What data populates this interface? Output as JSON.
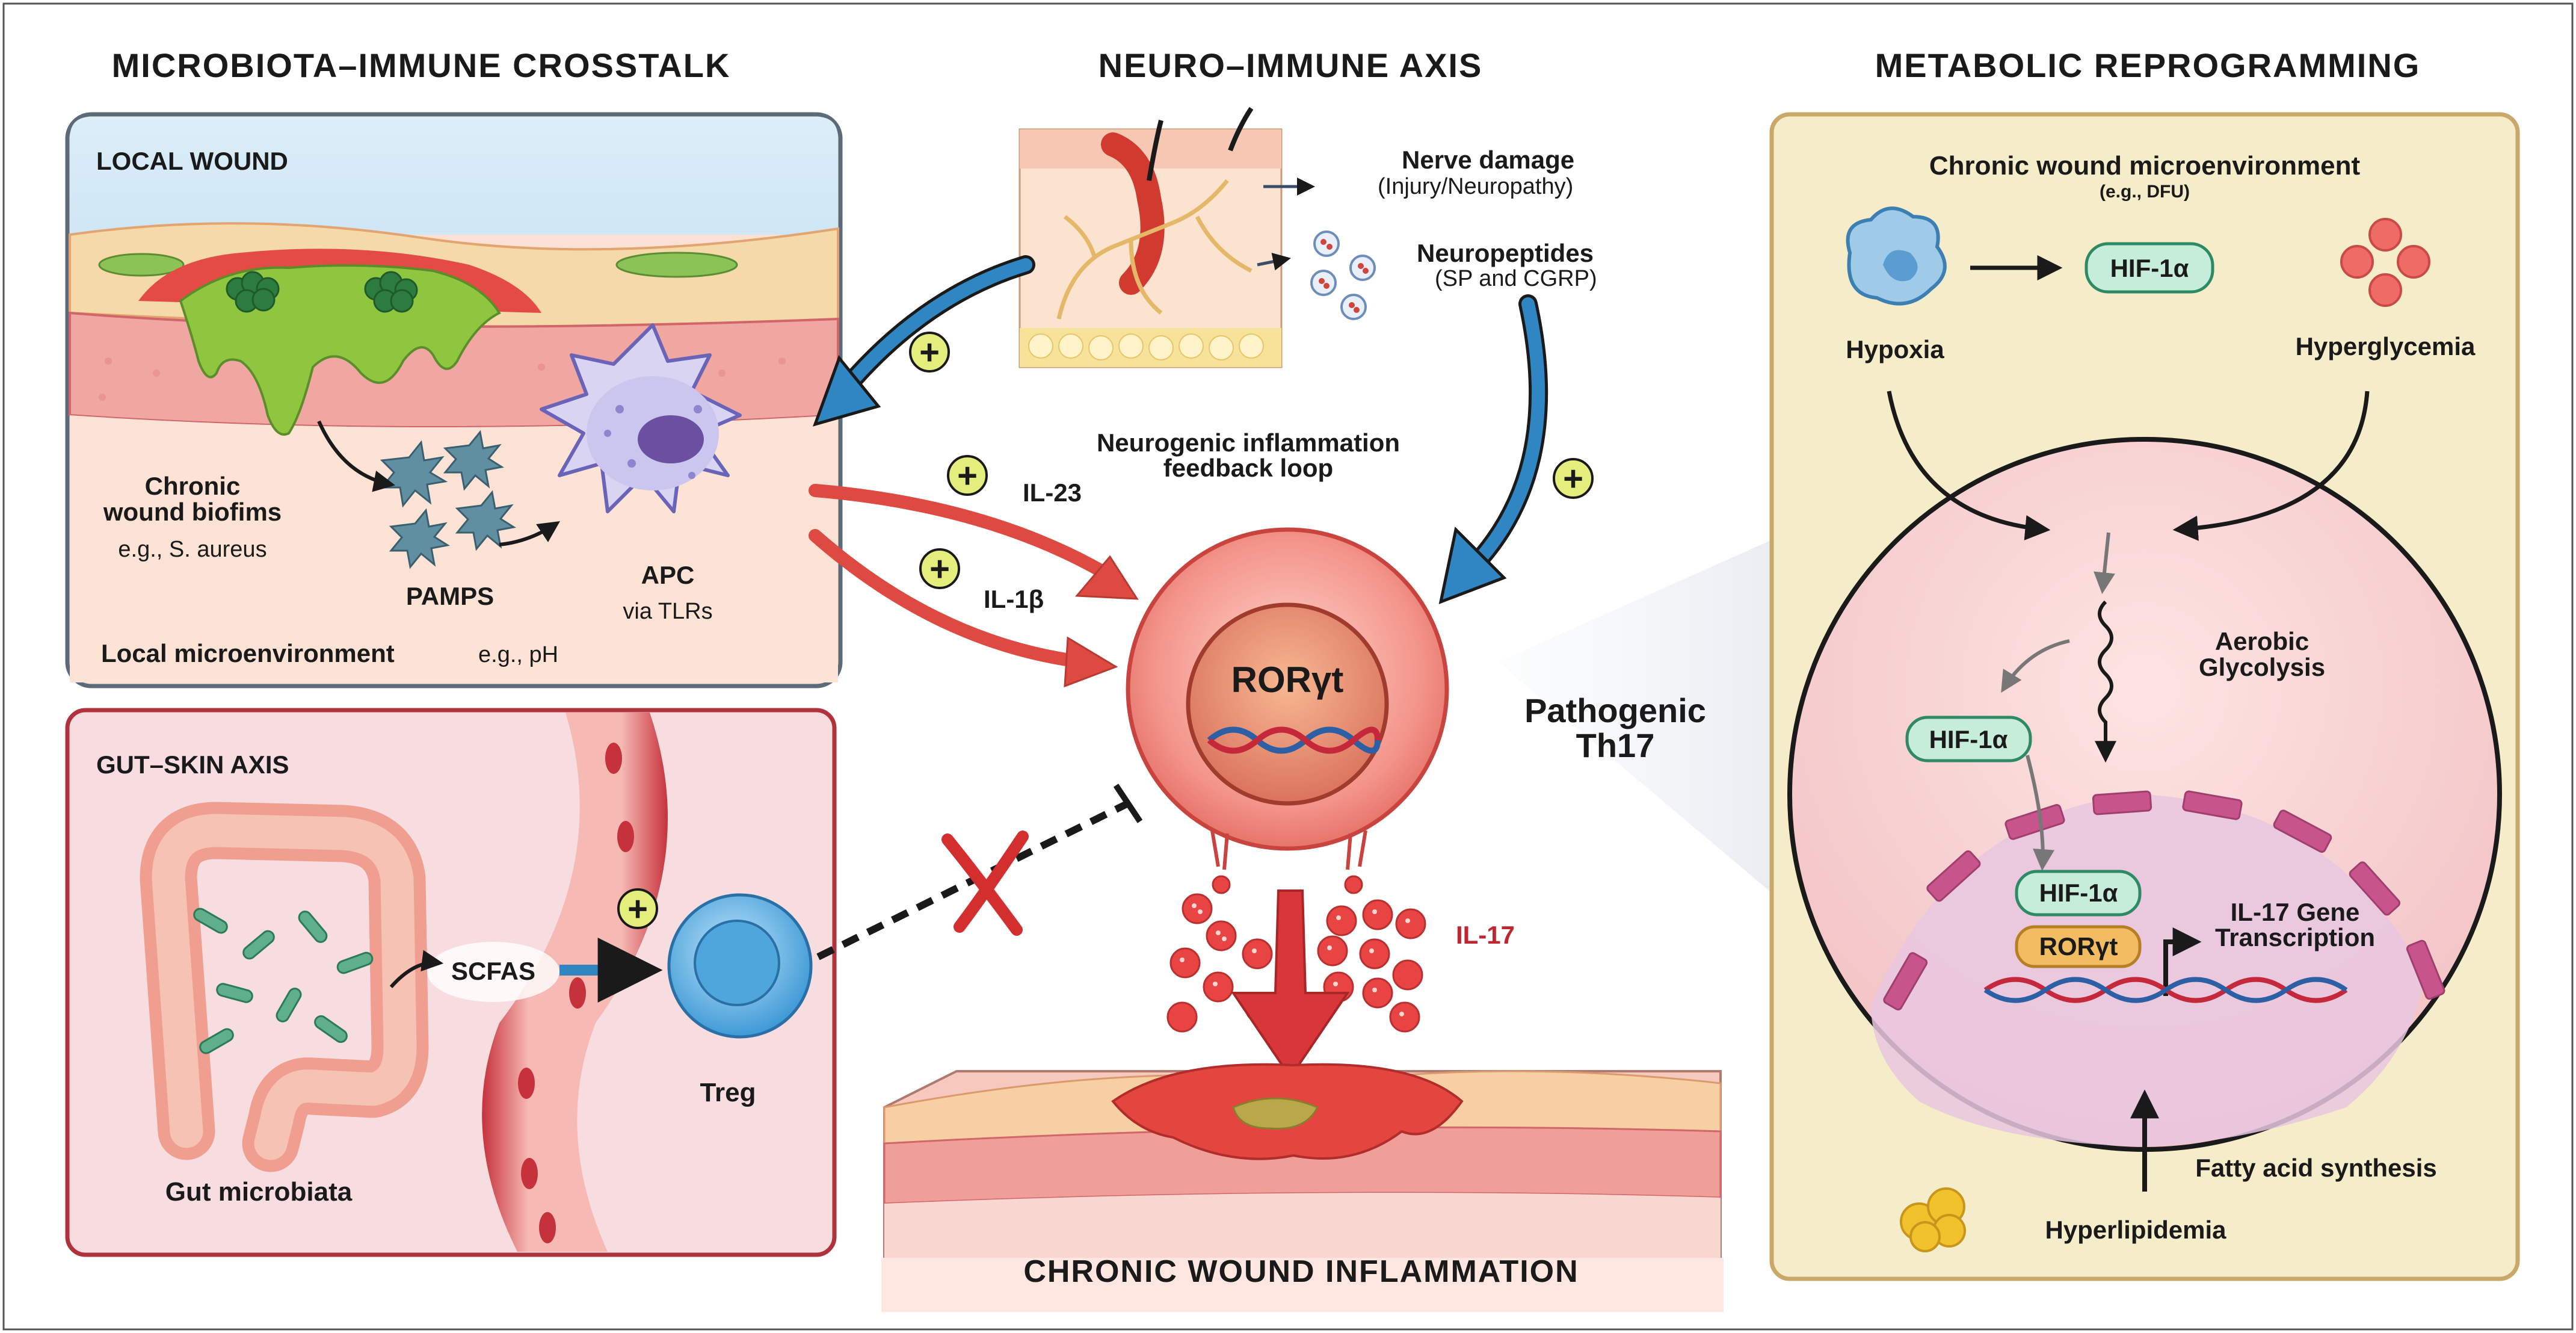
{
  "headers": {
    "left": "MICROBIOTA–IMMUNE CROSSTALK",
    "center": "NEURO–IMMUNE AXIS",
    "right": "METABOLIC REPROGRAMMING"
  },
  "local_wound": {
    "title": "LOCAL WOUND",
    "biofilm_line1": "Chronic",
    "biofilm_line2": "wound biofims",
    "biofilm_example": "e.g., S. aureus",
    "pamps": "PAMPS",
    "apc": "APC",
    "apc_sub": "via TLRs",
    "microenv": "Local microenvironment",
    "microenv_example": "e.g., pH"
  },
  "gut_skin": {
    "title": "GUT–SKIN AXIS",
    "scfas": "SCFAS",
    "treg": "Treg",
    "gut": "Gut microbiata"
  },
  "neuro": {
    "nerve_damage": "Nerve damage",
    "nerve_damage_sub": "(Injury/Neuropathy)",
    "neuropeptides": "Neuropeptides",
    "neuropeptides_sub": "(SP and CGRP)",
    "feedback_line1": "Neurogenic  inflammation",
    "feedback_line2": "feedback loop"
  },
  "center": {
    "il23": "IL-23",
    "il1b": "IL-1β",
    "rorgt": "RORγt",
    "il17": "IL-17",
    "pathogenic_line1": "Pathogenic",
    "pathogenic_line2": "Th17",
    "bottom_title": "CHRONIC WOUND INFLAMMATION"
  },
  "metabolic": {
    "title": "Chronic wound microenvironment",
    "title_sub": "(e.g., DFU)",
    "hif_top": "HIF-1α",
    "hypoxia": "Hypoxia",
    "hyperglycemia": "Hyperglycemia",
    "aerobic_line1": "Aerobic",
    "aerobic_line2": "Glycolysis",
    "hif_mid": "HIF-1α",
    "hif_nuc": "HIF-1α",
    "rorgt_nuc": "RORγt",
    "il17_gene_line1": "IL-17 Gene",
    "il17_gene_line2": "Transcription",
    "fatty": "Fatty acid synthesis",
    "hyperlipidemia": "Hyperlipidemia"
  },
  "plus_symbol": "+",
  "colors": {
    "blue_arrow": "#2f86c2",
    "red_arrow": "#de4a42",
    "plus_bg": "#e4ee7d",
    "hif_bg": "#c6ecda",
    "ror_bg": "#f2bd62",
    "local_panel_border": "#5c6a7a",
    "gut_panel_border": "#b0323d",
    "metabolic_panel_border": "#c9a86a"
  }
}
